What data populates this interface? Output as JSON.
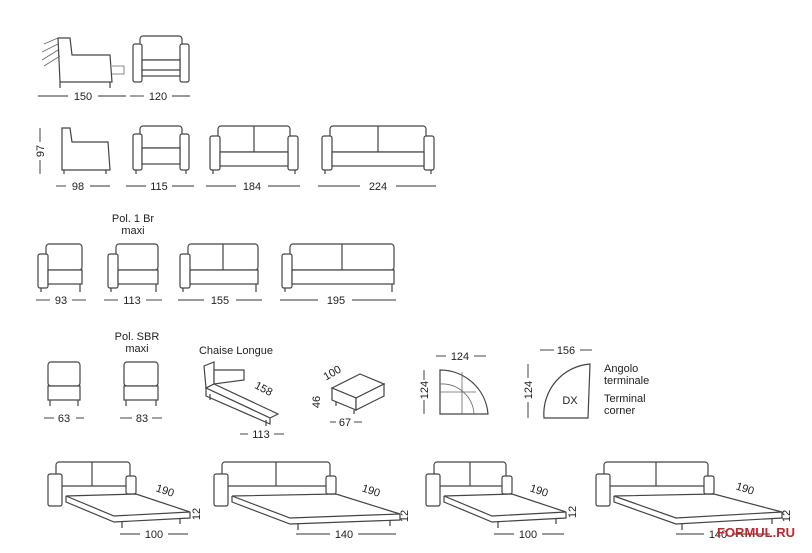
{
  "row1": {
    "recliner_width": "150",
    "armchair_width": "120"
  },
  "row2": {
    "height": "97",
    "side_depth": "98",
    "armchair": "115",
    "sofa2": "184",
    "sofa3": "224"
  },
  "row3": {
    "pol_label_line1": "Pol. 1 Br",
    "pol_label_line2": "maxi",
    "w93": "93",
    "w113": "113",
    "w155": "155",
    "w195": "195"
  },
  "row4": {
    "pol_sbr_line1": "Pol. SBR",
    "pol_sbr_line2": "maxi",
    "chaise_label": "Chaise Longue",
    "w63": "63",
    "w83": "83",
    "chaise_depth": "158",
    "chaise_width": "113",
    "pouf_depth": "100",
    "pouf_height": "46",
    "pouf_width": "67",
    "corner_side": "124",
    "corner_height": "124",
    "terminal_width": "156",
    "terminal_height": "124",
    "terminal_code": "DX",
    "angolo_line1": "Angolo",
    "angolo_line2": "terminale",
    "corner_en_line1": "Terminal",
    "corner_en_line2": "corner"
  },
  "row5": {
    "bed_length": "190",
    "bed_height": "12",
    "bed1_width": "100",
    "bed2_width": "140",
    "bed3_width": "100",
    "bed4_width": "140"
  },
  "watermark": "FORMUL.RU"
}
